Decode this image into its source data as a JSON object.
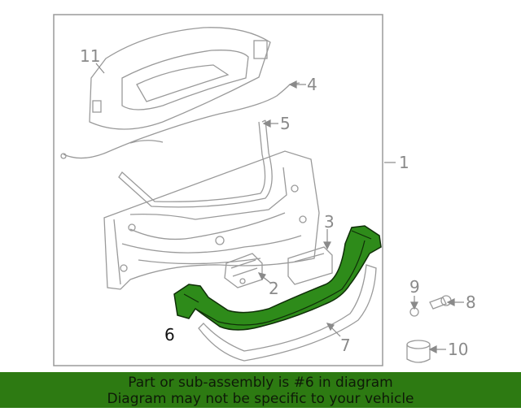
{
  "callouts": {
    "c1": "1",
    "c2": "2",
    "c3": "3",
    "c4": "4",
    "c5": "5",
    "c6": "6",
    "c7": "7",
    "c8": "8",
    "c9": "9",
    "c10": "10",
    "c11": "11"
  },
  "banner": {
    "line1": "Part or sub-assembly is #6 in diagram",
    "line2": "Diagram may not be specific to your vehicle"
  },
  "colors": {
    "highlight": "#2d7a12",
    "part_fill": "#2e8b1a",
    "line": "#9a9a9a"
  }
}
